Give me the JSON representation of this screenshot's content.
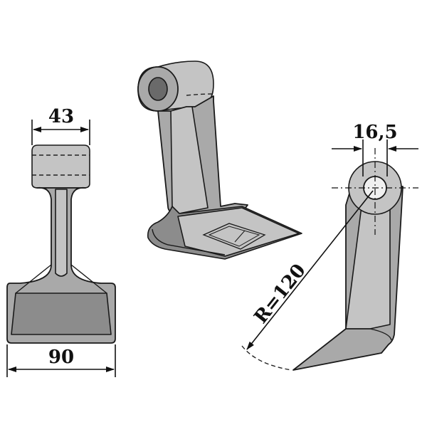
{
  "dimensions": {
    "top_width": "43",
    "bottom_width": "90",
    "bore_diameter": "16,5",
    "radius": "R=120"
  },
  "colors": {
    "steel": "#a9a9a9",
    "steel_light": "#c4c4c4",
    "steel_dark": "#8c8c8c",
    "ink": "#111111"
  }
}
